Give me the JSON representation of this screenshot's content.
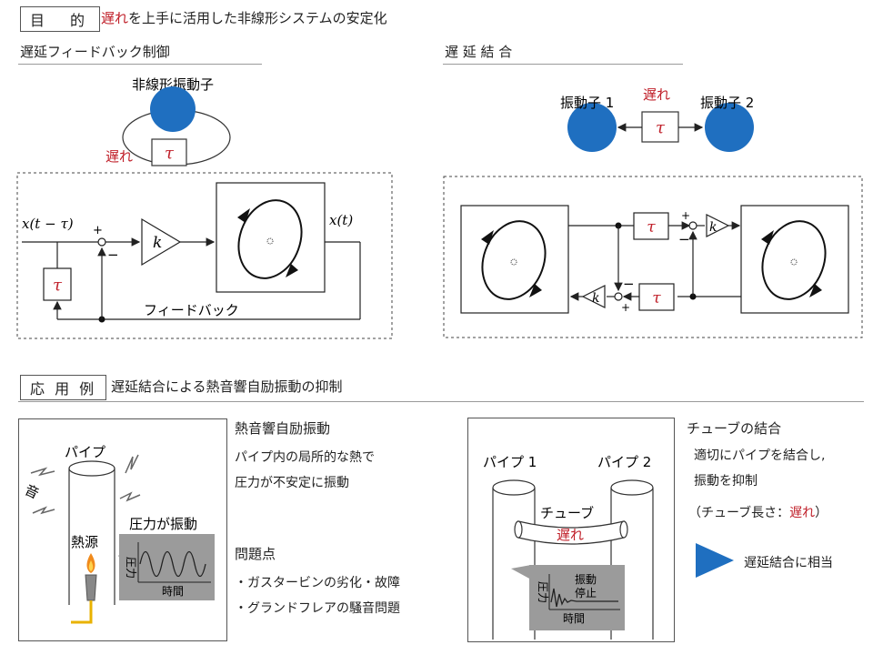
{
  "purpose": {
    "tag": "目　的",
    "lead_red": "遅れ",
    "rest": "を上手に活用した非線形システムの安定化"
  },
  "left": {
    "title": "遅延フィードバック制御",
    "oscillator": "非線形振動子",
    "delay_word": "遅れ",
    "tau": "τ",
    "k": "k",
    "input_label": "x(t − τ)",
    "output_label": "x(t)",
    "plus": "+",
    "minus": "−",
    "feedback": "フィードバック"
  },
  "right": {
    "title": "遅 延 結 合",
    "osc1": "振動子 1",
    "osc2": "振動子 2",
    "delay_word": "遅れ",
    "tau": "τ",
    "k": "k",
    "plus": "+",
    "minus": "−"
  },
  "application": {
    "tag": "応 用 例",
    "title": "遅延結合による熱音響自励振動の抑制"
  },
  "app_left": {
    "pipe": "パイプ",
    "sound": "音",
    "heat_source": "熱源",
    "pressure_osc": "圧力が振動",
    "y_axis": "圧力",
    "x_axis": "時間",
    "heading": "熱音響自励振動",
    "desc1": "パイプ内の局所的な熱で",
    "desc2": "圧力が不安定に振動",
    "problem_title": "問題点",
    "problem1": "・ガスタービンの劣化・故障",
    "problem2": "・グランドフレアの騒音問題"
  },
  "app_right": {
    "pipe1": "パイプ 1",
    "pipe2": "パイプ 2",
    "tube": "チューブ",
    "delay_word": "遅れ",
    "y_axis": "圧力",
    "x_axis": "時間",
    "stop1": "振動",
    "stop2": "停止",
    "heading": "チューブの結合",
    "desc1": "適切にパイプを結合し,",
    "desc2": "振動を抑制",
    "note_pre": "（チューブ長さ：",
    "note_red": "遅れ",
    "note_post": "）",
    "conclusion": "遅延結合に相当"
  },
  "colors": {
    "accent_blue": "#1f6fc0",
    "delay_red": "#c0202a",
    "panel_gray": "#9b9b9b",
    "yellow": "#e9b200"
  }
}
